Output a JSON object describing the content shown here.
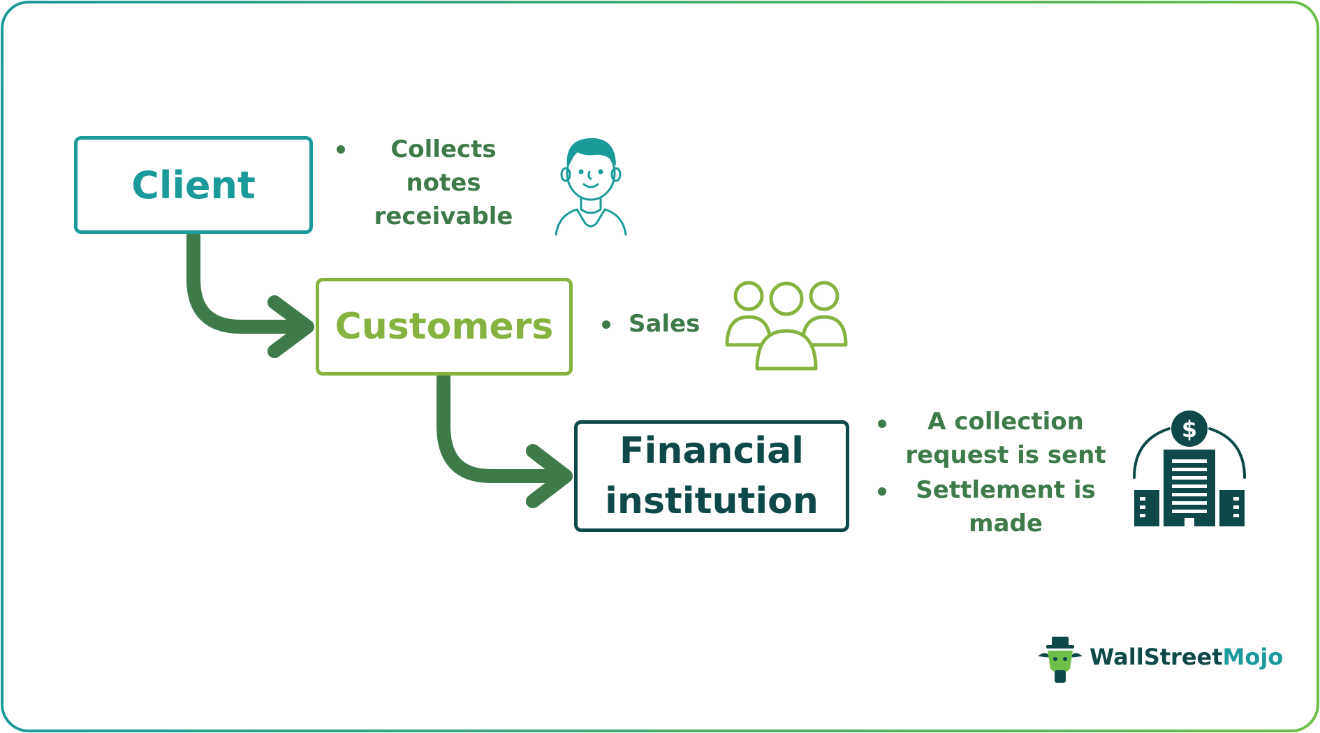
{
  "nodes": {
    "client": {
      "label": "Client"
    },
    "customers": {
      "label": "Customers"
    },
    "financial": {
      "line1": "Financial",
      "line2": "institution"
    }
  },
  "descriptions": {
    "client": [
      "Collects",
      "notes",
      "receivable"
    ],
    "customers": "Sales",
    "financial_1": [
      "A collection",
      "request is sent"
    ],
    "financial_2": [
      "Settlement is",
      "made"
    ]
  },
  "icons": {
    "client": "person-icon",
    "customers": "group-icon",
    "financial": "bank-building-dollar-icon"
  },
  "logo": {
    "name_part1": "WallStreet",
    "name_part2": "Mojo"
  },
  "colors": {
    "teal": "#1b9a9a",
    "lime": "#86b33f",
    "dark_teal": "#0f4848",
    "arrow_green": "#3f7a4a"
  }
}
